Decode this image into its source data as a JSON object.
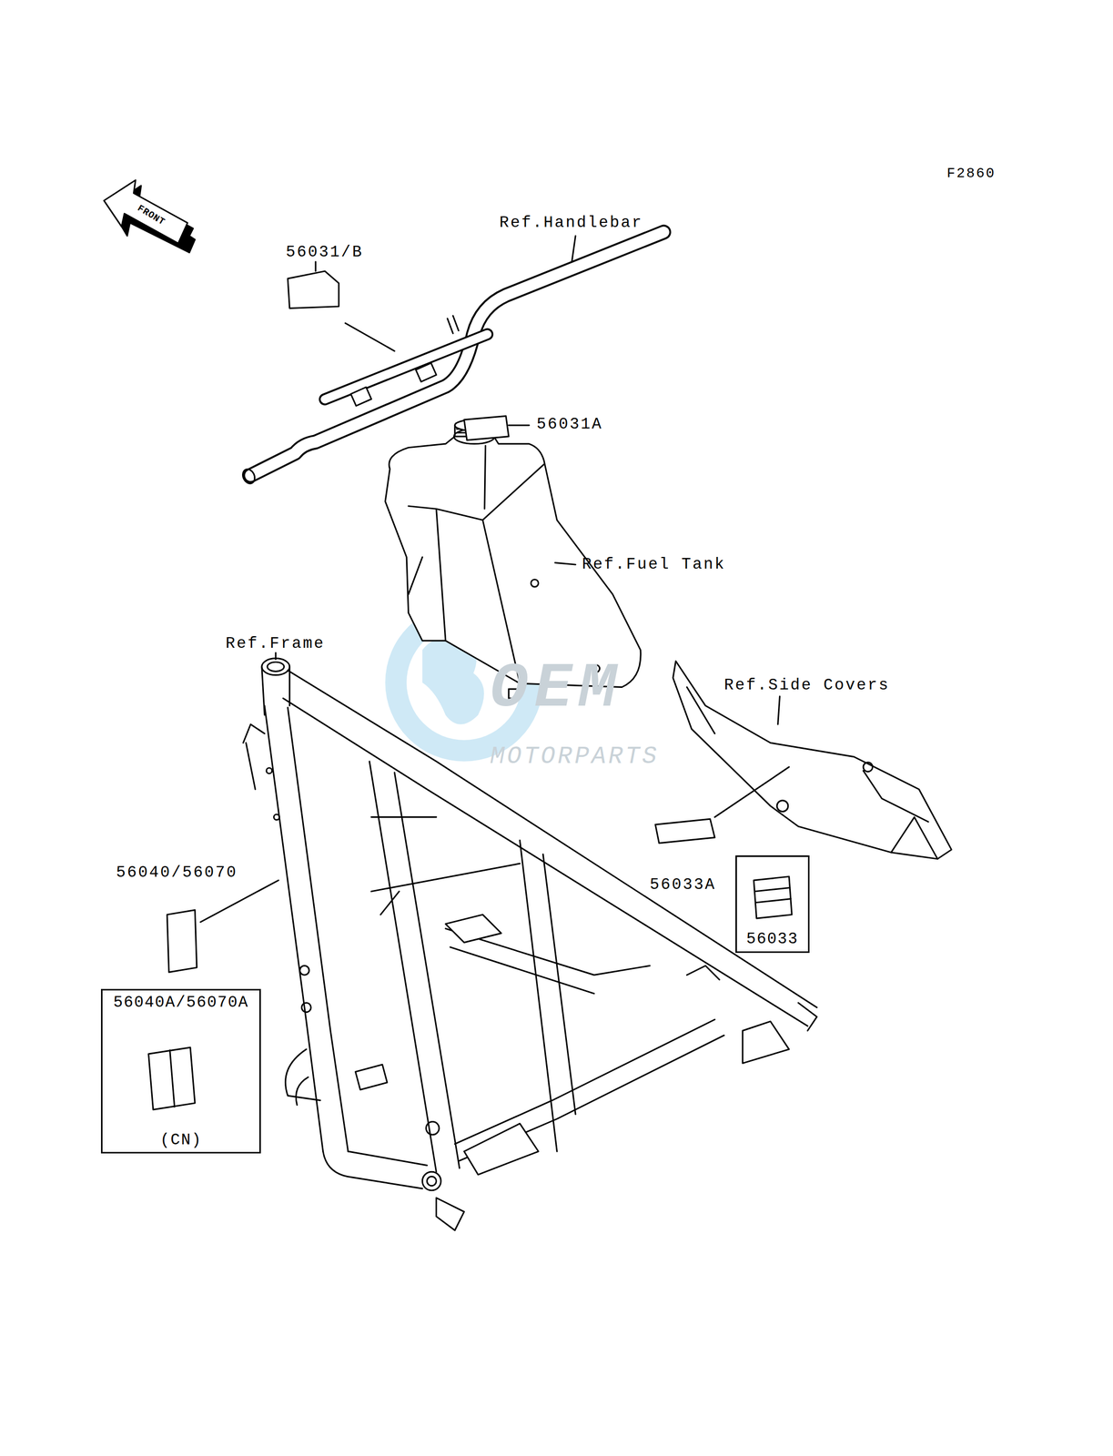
{
  "diagram": {
    "nodes": [
      {
        "text": [
          "56033"
        ]
      },
      {
        "text": [
          "56040A/56070A",
          "(CN)"
        ]
      }
    ],
    "labels": [
      "F2860",
      "FRONT",
      "Ref.Handlebar",
      "56031/B",
      "56031A",
      "Ref.Fuel Tank",
      "Ref.Frame",
      "Ref.Side Covers",
      "56040/56070",
      "56033A",
      "OEM",
      "MOTORPARTS"
    ]
  }
}
